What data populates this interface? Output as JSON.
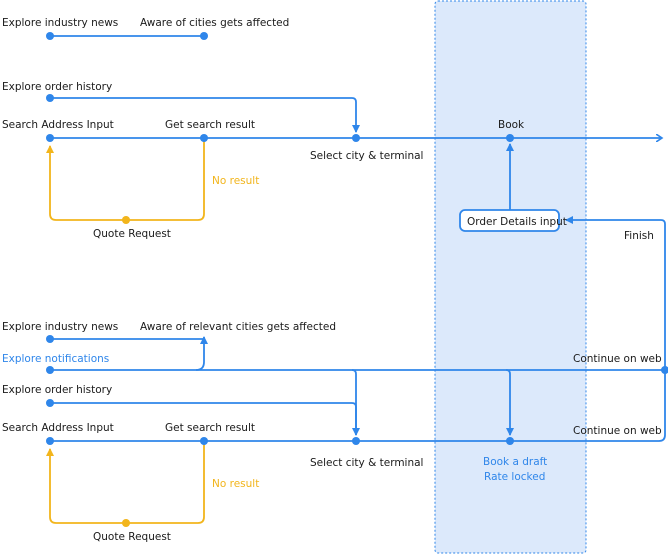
{
  "colors": {
    "blue": "#2f86ea",
    "yellow": "#f2b51c",
    "region_fill": "#dce9fb",
    "region_border": "#2f86ea",
    "text": "#1a1a1a"
  },
  "top": {
    "explore_news": "Explore industry news",
    "aware_cities": "Aware of cities gets affected",
    "explore_history": "Explore order history",
    "search_input": "Search Address Input",
    "get_result": "Get search result",
    "no_result": "No result",
    "quote_request": "Quote Request",
    "select_city": "Select city & terminal",
    "book": "Book",
    "order_details": "Order Details input",
    "finish": "Finish"
  },
  "bottom": {
    "explore_news": "Explore industry news",
    "aware_cities": "Aware of relevant cities gets affected",
    "explore_notifications": "Explore notifications",
    "explore_history": "Explore order history",
    "search_input": "Search Address Input",
    "get_result": "Get search result",
    "no_result": "No result",
    "quote_request": "Quote Request",
    "select_city": "Select city & terminal",
    "book_draft_line1": "Book a draft",
    "book_draft_line2": "Rate locked",
    "continue_web_1": "Continue on web",
    "continue_web_2": "Continue on web"
  }
}
